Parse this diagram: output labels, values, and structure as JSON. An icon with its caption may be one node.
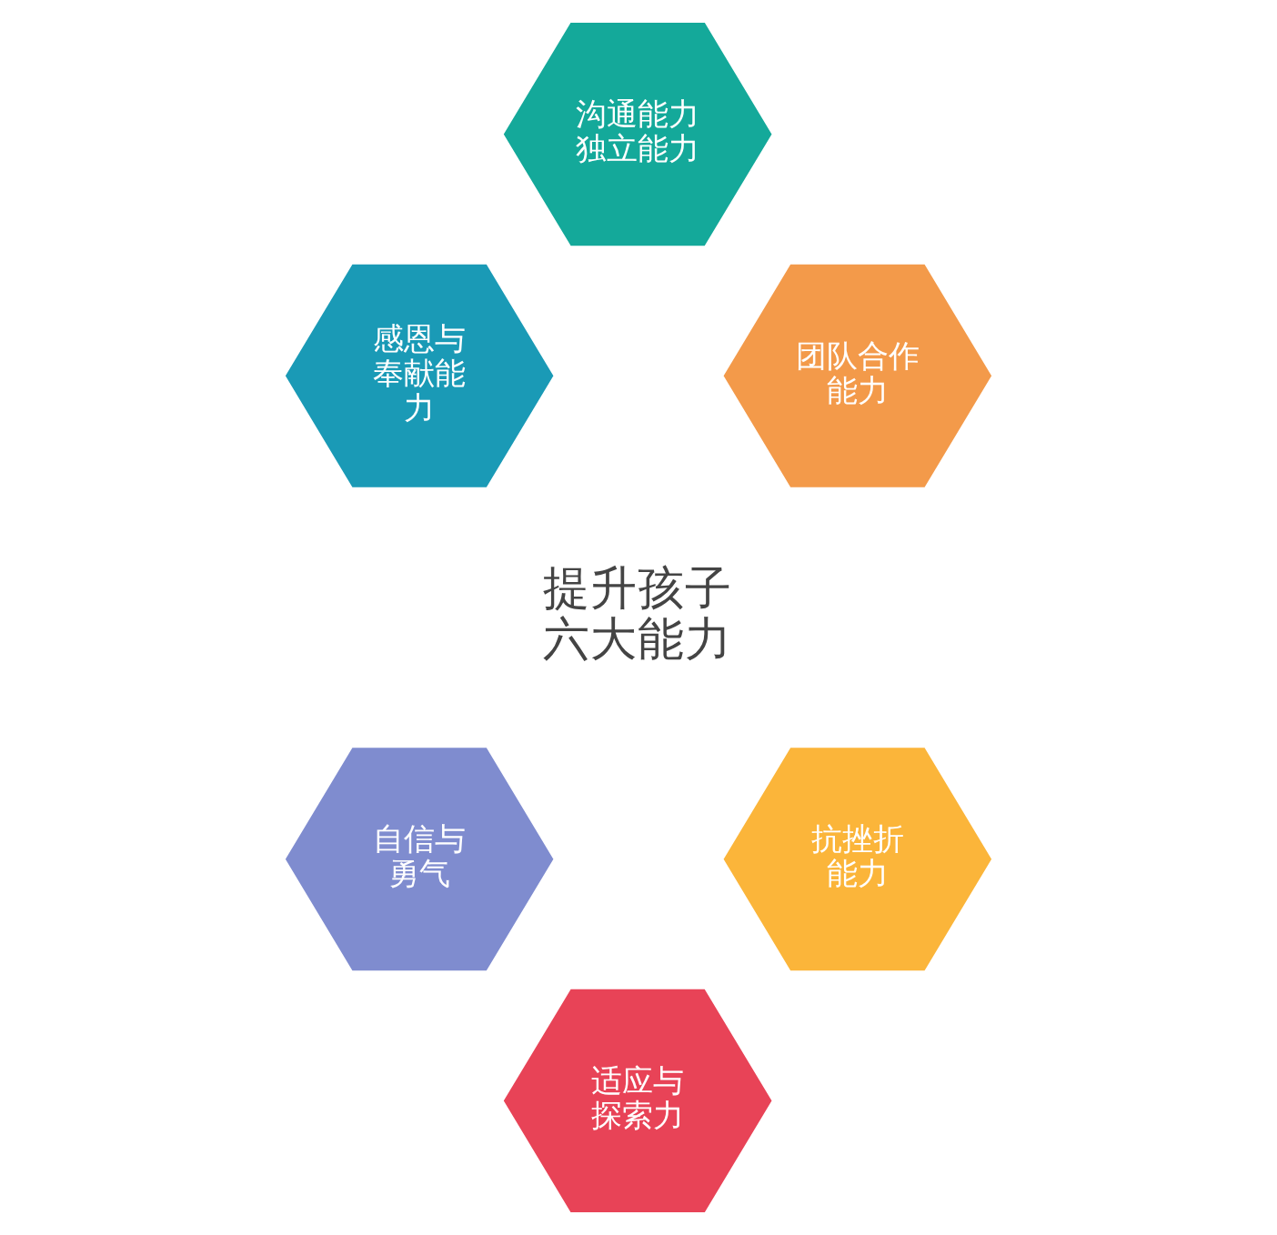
{
  "diagram": {
    "nodes": [
      {
        "text": [
          "沟通能力",
          "独立能力"
        ]
      },
      {
        "text": [
          "感恩与奉献能力"
        ]
      },
      {
        "text": [
          "团队合作能力"
        ]
      },
      {
        "text": [
          "自信与勇气"
        ]
      },
      {
        "text": [
          "抗挫折能力"
        ]
      },
      {
        "text": [
          "适应与探索力"
        ]
      }
    ],
    "labels": [
      "提升孩子六大能力"
    ]
  }
}
